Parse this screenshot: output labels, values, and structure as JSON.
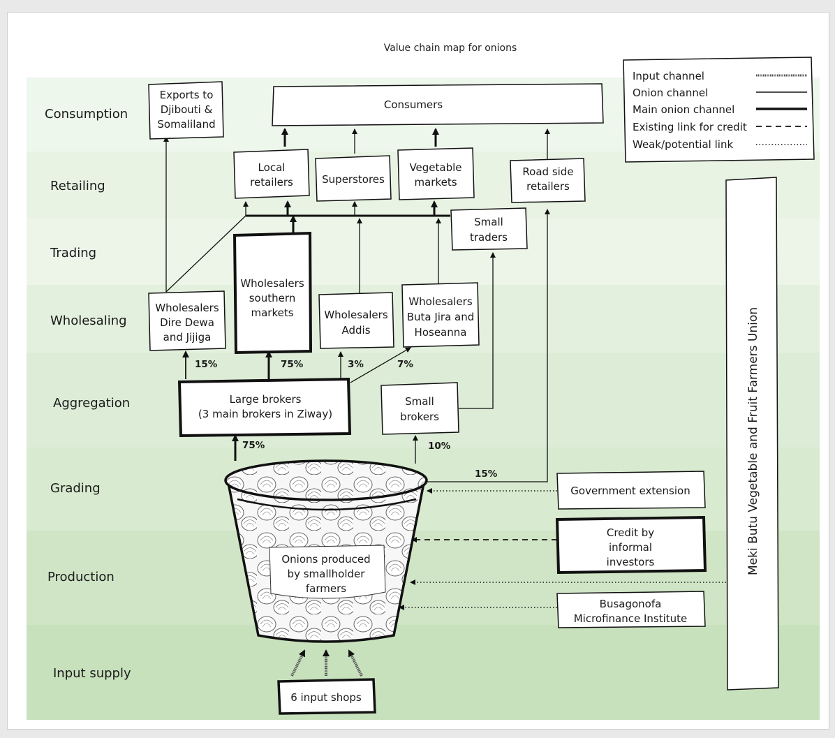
{
  "title": "Value chain map for onions",
  "bands": [
    {
      "id": "consumption",
      "label": "Consumption",
      "color": "#eef7ec"
    },
    {
      "id": "retailing",
      "label": "Retailing",
      "color": "#e8f3e4"
    },
    {
      "id": "trading",
      "label": "Trading",
      "color": "#ecf5e8"
    },
    {
      "id": "wholesaling",
      "label": "Wholesaling",
      "color": "#e3f0de"
    },
    {
      "id": "aggregation",
      "label": "Aggregation",
      "color": "#dcecd6"
    },
    {
      "id": "grading",
      "label": "Grading",
      "color": "#d8eacf"
    },
    {
      "id": "production",
      "label": "Production",
      "color": "#cfe5c5"
    },
    {
      "id": "input_supply",
      "label": "Input supply",
      "color": "#c8e1bd"
    }
  ],
  "legend": {
    "input_channel": "Input channel",
    "onion_channel": "Onion channel",
    "main_onion_channel": "Main onion channel",
    "existing_credit": "Existing link for credit",
    "weak_link": "Weak/potential link"
  },
  "nodes": {
    "exports": [
      "Exports to",
      "Djibouti &",
      "Somaliland"
    ],
    "consumers": [
      "Consumers"
    ],
    "local_retailers": [
      "Local",
      "retailers"
    ],
    "superstores": [
      "Superstores"
    ],
    "vegetable_markets": [
      "Vegetable",
      "markets"
    ],
    "road_side": [
      "Road side",
      "retailers"
    ],
    "small_traders": [
      "Small",
      "traders"
    ],
    "wh_dire": [
      "Wholesalers",
      "Dire Dewa",
      "and Jijiga"
    ],
    "wh_southern": [
      "Wholesalers",
      "southern",
      "markets"
    ],
    "wh_addis": [
      "Wholesalers",
      "Addis"
    ],
    "wh_buta": [
      "Wholesalers",
      "Buta Jira and",
      "Hoseanna"
    ],
    "large_brokers": [
      "Large brokers",
      "(3 main brokers in Ziway)"
    ],
    "small_brokers": [
      "Small",
      "brokers"
    ],
    "gov_extension": [
      "Government extension"
    ],
    "credit_informal": [
      "Credit by",
      "informal",
      "investors"
    ],
    "busagonofa": [
      "Busagonofa",
      "Microfinance Institute"
    ],
    "onions_produced": [
      "Onions produced",
      "by smallholder",
      "farmers"
    ],
    "input_shops": [
      "6 input shops"
    ],
    "union": [
      "Meki Butu Vegetable and Fruit  Farmers Union"
    ]
  },
  "percentages": {
    "p15_dire": "15%",
    "p75_southern": "75%",
    "p3_addis": "3%",
    "p7_buta": "7%",
    "p75_large": "75%",
    "p10_small": "10%",
    "p15_road": "15%"
  }
}
